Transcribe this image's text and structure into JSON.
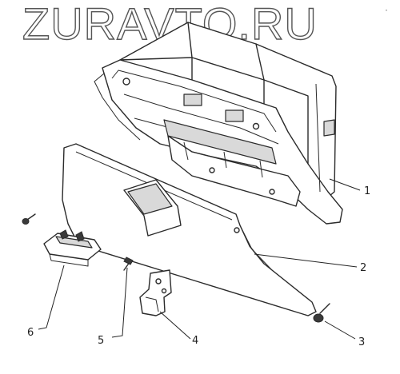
{
  "watermark": {
    "text": "ZURAVTO.RU"
  },
  "corner_mark": "̣",
  "callouts": [
    {
      "id": "1",
      "label": "1"
    },
    {
      "id": "2",
      "label": "2"
    },
    {
      "id": "3",
      "label": "3"
    },
    {
      "id": "4",
      "label": "4"
    },
    {
      "id": "5",
      "label": "5"
    },
    {
      "id": "6",
      "label": "6"
    }
  ]
}
